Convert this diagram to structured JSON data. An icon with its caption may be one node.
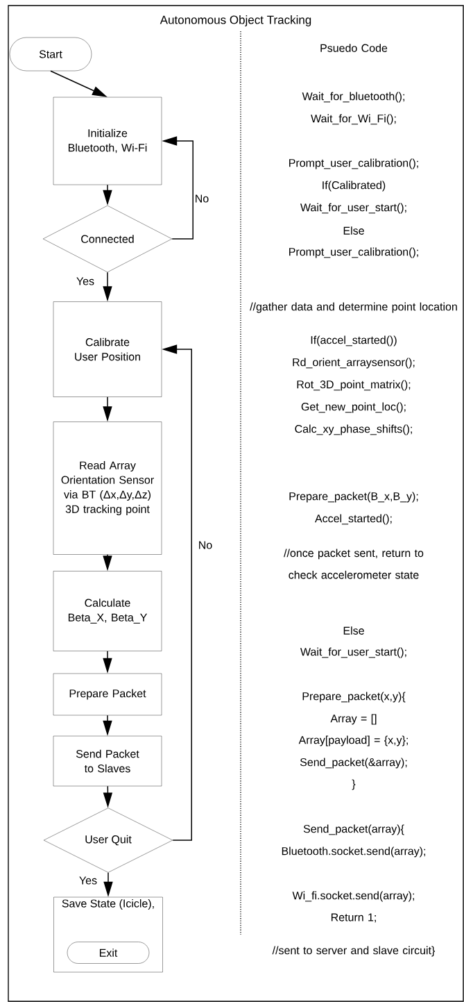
{
  "diagram": {
    "title": "Autonomous Object Tracking",
    "nodes": [
      {
        "text": [
          "Start"
        ]
      },
      {
        "text": [
          "Initialize Bluetooth, Wi-Fi"
        ]
      },
      {
        "text": [
          "Connected"
        ]
      },
      {
        "text": [
          "Calibrate User Position"
        ]
      },
      {
        "text": [
          "Read Array Orientation Sensor via BT (Δx,Δy,Δz) 3D tracking point"
        ]
      },
      {
        "text": [
          "Calculate Beta_X, Beta_Y"
        ]
      },
      {
        "text": [
          "Prepare Packet"
        ]
      },
      {
        "text": [
          "Send Packet to Slaves"
        ]
      },
      {
        "text": [
          "User Quit"
        ]
      },
      {
        "text": [
          "Save State (Icicle),"
        ]
      },
      {
        "text": [
          "Exit"
        ],
        "in": 9
      }
    ],
    "edges": [
      {
        "from": 0,
        "to": 1,
        "arrow": "to"
      },
      {
        "from": 1,
        "to": 2,
        "arrow": "to"
      },
      {
        "from": 2,
        "to": 1,
        "arrow": "to",
        "label": "No"
      },
      {
        "from": 2,
        "to": 3,
        "arrow": "to",
        "label": "Yes"
      },
      {
        "from": 3,
        "to": 4,
        "arrow": "to"
      },
      {
        "from": 4,
        "to": 5,
        "arrow": "to"
      },
      {
        "from": 5,
        "to": 6,
        "arrow": "to"
      },
      {
        "from": 6,
        "to": 7,
        "arrow": "to"
      },
      {
        "from": 7,
        "to": 8,
        "arrow": "to"
      },
      {
        "from": 8,
        "to": 3,
        "arrow": "to",
        "label": "No"
      },
      {
        "from": 8,
        "to": 9,
        "arrow": "to",
        "label": "Yes"
      }
    ],
    "labels": [
      "Psuedo Code",
      "Wait_for_bluetooth();",
      "Wait_for_Wi_Fi();",
      "Prompt_user_calibration();",
      "If(Calibrated)",
      "Wait_for_user_start();",
      "Else",
      "Prompt_user_calibration();",
      "//gather data and determine point location",
      "If(accel_started())",
      "Rd_orient_arraysensor();",
      "Rot_3D_point_matrix();",
      "Get_new_point_loc();",
      "Calc_xy_phase_shifts();",
      "Prepare_packet(B_x,B_y);",
      "Accel_started();",
      "//once packet sent, return to check accelerometer state",
      "Else",
      "Wait_for_user_start();",
      "Prepare_packet(x,y){",
      "Array = []",
      "Array[payload] = {x,y};",
      "Send_packet(&array);",
      "}",
      "Send_packet(array){",
      "Bluetooth.socket.send(array);",
      "Wi_fi.socket.send(array);",
      "Return 1;",
      "//sent to server and slave circuit}"
    ]
  }
}
